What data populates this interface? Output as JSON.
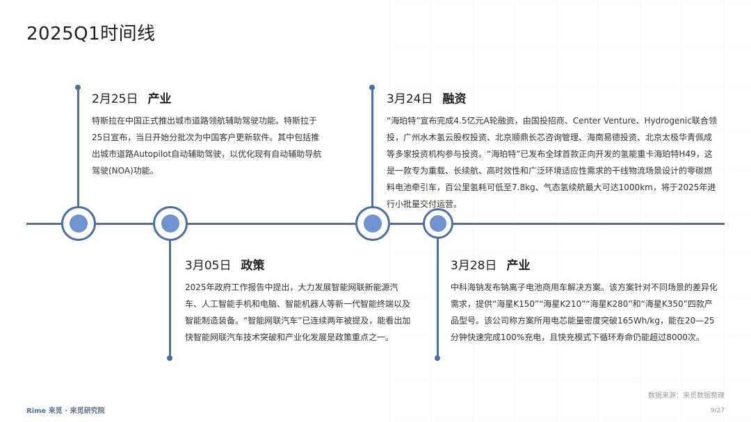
{
  "title": "2025Q1时间线",
  "events": [
    {
      "date": "2月25日",
      "category": "产业",
      "text": "特斯拉在中国正式推出城市道路领航辅助驾驶功能。特斯拉于25日宣布，当日开始分批次为中国客户更新软件。其中包括推出城市道路Autopilot自动辅助驾驶，以优化现有自动辅助导航驾驶(NOA)功能。"
    },
    {
      "date": "3月05日",
      "category": "政策",
      "text": "2025年政府工作报告中提出，大力发展智能网联新能源汽车、人工智能手机和电脑、智能机器人等新一代智能终端以及智能制造装备。“智能网联汽车”已连续两年被提及，能看出加快智能网联汽车技术突破和产业化发展是政策重点之一。"
    },
    {
      "date": "3月24日",
      "category": "融资",
      "text": "“海珀特”宣布完成4.5亿元A轮融资，由国投招商、Center Venture、Hydrogenic联合领投，广州水木氢云股权投资、北京顺鼎长芯咨询管理、海南易德投资、北京太极华青佩成等多家投资机构参与投资。“海珀特”已发布全球首款正向开发的氢能重卡海珀特H49，这是一款专为重载、长续航、高时效性和广泛环境适应性需求的干线物流场景设计的零碳燃料电池牵引车，百公里氢耗可低至7.8kg、气态氢续航最大可达1000km，将于2025年进行小批量交付运营。"
    },
    {
      "date": "3月28日",
      "category": "产业",
      "text": "中科海钠发布钠离子电池商用车解决方案。该方案针对不同场景的差异化需求，提供“海星K150”“海星K210”“海星K280”和“海星K350”四款产品型号。该公司称方案所用电芯能量密度突破165Wh/kg，能在20—25分钟快速完成100%充电，且快充模式下循环寿命仍能超过8000次。"
    }
  ],
  "footer": {
    "brand": "Rime 来觅 · 来觅研究院",
    "source": "数据来源：来觅数据整理",
    "page": "9/27"
  },
  "colors": {
    "line": "#4e6fa3",
    "dot": "#6f93cf"
  }
}
